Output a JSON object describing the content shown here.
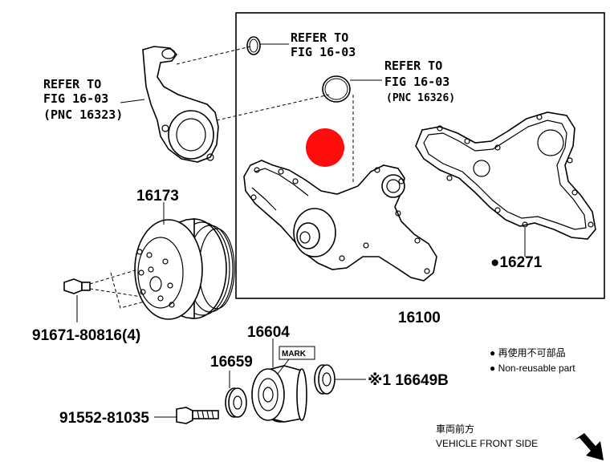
{
  "refs": {
    "top": {
      "line1": "REFER TO",
      "line2": "FIG 16-03"
    },
    "mid": {
      "line1": "REFER TO",
      "line2": "FIG 16-03",
      "line3": "(PNC 16326)"
    },
    "left": {
      "line1": "REFER TO",
      "line2": "FIG 16-03",
      "line3": "(PNC 16323)"
    }
  },
  "parts": {
    "pulley": "16173",
    "bolt_pulley": "91671-80816(4)",
    "gasket": "●16271",
    "water_pump_assy": "16100",
    "idler": "16604",
    "mark_label": "MARK",
    "cover_left": "16659",
    "cover_right": "※1 16649B",
    "bolt_idler": "91552-81035"
  },
  "legend": {
    "jp": "● 再使用不可部品",
    "en": "● Non-reusable part"
  },
  "front": {
    "jp": "車両前方",
    "en": "VEHICLE FRONT SIDE"
  },
  "colors": {
    "highlight": "#ff0000",
    "ink": "#000000"
  }
}
